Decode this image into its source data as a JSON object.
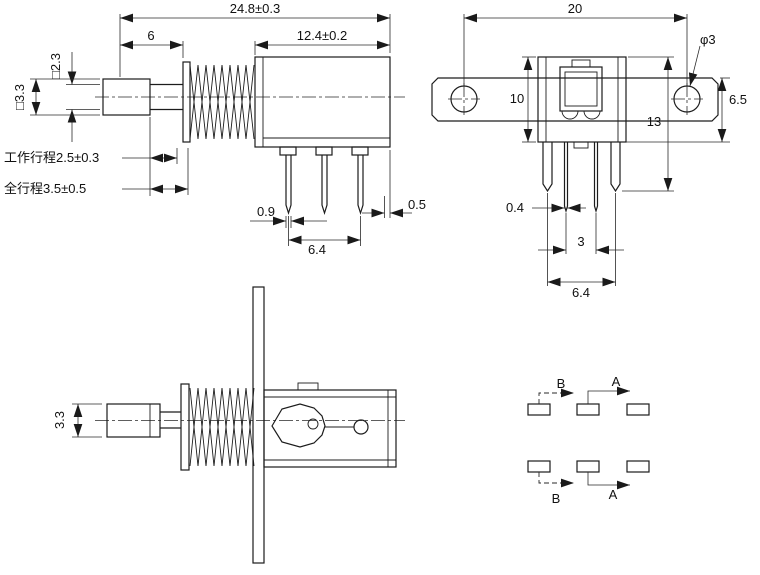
{
  "drawing": {
    "side_view": {
      "dim_total": "24.8±0.3",
      "dim_plunger_exposed": "6",
      "dim_body_width": "12.4±0.2",
      "dim_shaft_sq": "□2.3",
      "dim_cap_sq": "□3.3",
      "dim_working_travel": "工作行程2.5±0.3",
      "dim_full_travel": "全行程3.5±0.5",
      "dim_pin_width": "0.9",
      "dim_pin_span": "6.4",
      "dim_edge_offset": "0.5"
    },
    "front_view": {
      "dim_width": "20",
      "dim_hole": "φ3",
      "dim_body_height": "10",
      "dim_overall_height": "13",
      "dim_bracket_height": "6.5",
      "dim_pin_thickness": "0.4",
      "dim_pin_pitch": "3",
      "dim_pin_span": "6.4"
    },
    "bottom_view": {
      "dim_cap_height": "3.3"
    },
    "schematic": {
      "top_b": "B",
      "top_a": "A",
      "bottom_b": "B",
      "bottom_a": "A"
    }
  }
}
